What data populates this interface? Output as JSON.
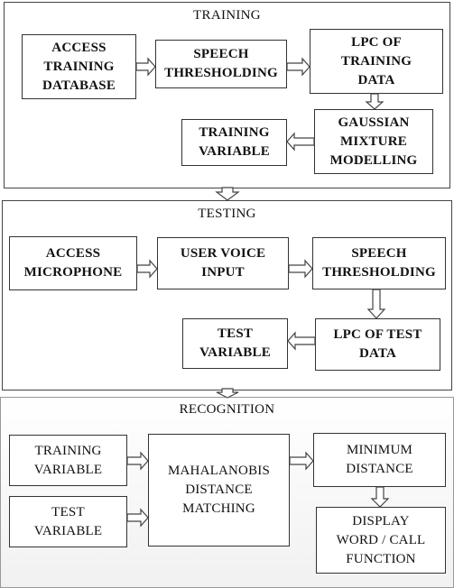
{
  "sections": {
    "training": {
      "title": "TRAINING",
      "access": "ACCESS\nTRAINING\nDATABASE",
      "threshold": "SPEECH\nTHRESHOLDING",
      "lpc": "LPC OF\nTRAINING\nDATA",
      "gmm": "GAUSSIAN\nMIXTURE\nMODELLING",
      "variable": "TRAINING\nVARIABLE"
    },
    "testing": {
      "title": "TESTING",
      "mic": "ACCESS\nMICROPHONE",
      "voice": "USER VOICE\nINPUT",
      "threshold": "SPEECH\nTHRESHOLDING",
      "lpc": "LPC OF TEST\nDATA",
      "variable": "TEST\nVARIABLE"
    },
    "recognition": {
      "title": "RECOGNITION",
      "train_var": "TRAINING\nVARIABLE",
      "test_var": "TEST\nVARIABLE",
      "mahal": "MAHALANOBIS\nDISTANCE\nMATCHING",
      "min_dist": "MINIMUM\nDISTANCE",
      "display": "DISPLAY\nWORD / CALL\nFUNCTION"
    }
  }
}
